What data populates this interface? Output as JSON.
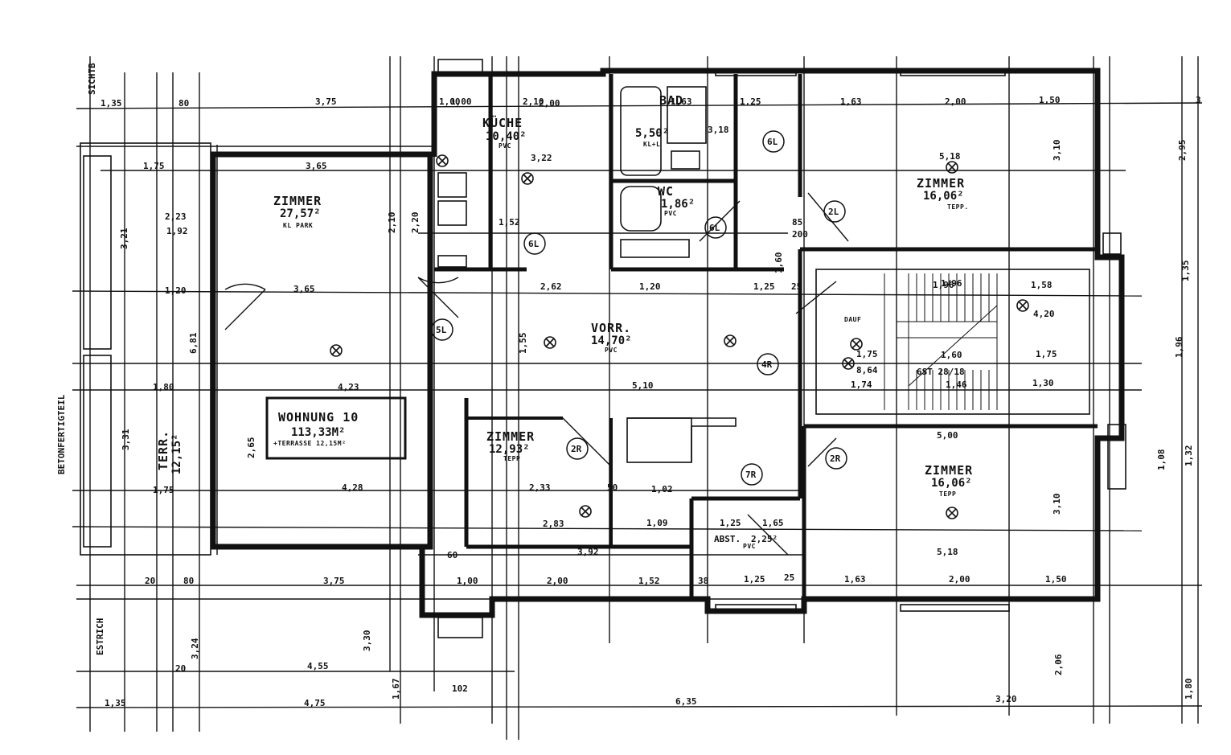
{
  "rooms": {
    "zimmer_west": {
      "name": "ZIMMER",
      "area": "27,57²",
      "floor": "KL PARK"
    },
    "kueche": {
      "name": "KÜCHE",
      "area": "10,40²",
      "floor": "PVC"
    },
    "bad": {
      "name": "BAD",
      "area": "5,50²",
      "floor": "KL+L"
    },
    "wc": {
      "name": "WC",
      "area": "1,86²",
      "floor": "PVC"
    },
    "zimmer_ne": {
      "name": "ZIMMER",
      "area": "16,06²",
      "floor": "TEPP."
    },
    "vorraum": {
      "name": "VORR.",
      "area": "14,70²",
      "floor": "PVC"
    },
    "zimmer_mid": {
      "name": "ZIMMER",
      "area": "12,93²",
      "floor": "TEPP"
    },
    "abstell": {
      "name": "ABST.",
      "area": "2,25²",
      "floor": "PVC"
    },
    "zimmer_se": {
      "name": "ZIMMER",
      "area": "16,06²",
      "floor": "TEPP"
    },
    "terrasse": {
      "name": "TERR.",
      "area": "12,15²"
    }
  },
  "apartment": {
    "title": "WOHNUNG 10",
    "area": "113,33M²",
    "terrace_note": "+TERRASSE 12,15M²"
  },
  "staircase": {
    "floor": "DAUF",
    "riser": "6ST 28/18",
    "label": "1/96"
  },
  "circuits": [
    "5L",
    "6L",
    "6L",
    "2L",
    "6L",
    "4R",
    "2R",
    "2R",
    "7R"
  ],
  "vertical_labels": {
    "sichtb": "SICHTB",
    "betonfertigteil": "BETONFERTIGTEIL",
    "estrich": "ESTRICH"
  },
  "dims_top": [
    "1,35",
    "80",
    "3,75",
    "1,00",
    "2,00",
    "1,63",
    "1,25",
    "1,63",
    "2,00",
    "1,50",
    "3"
  ],
  "dims_bottom": [
    "20",
    "80",
    "3,75",
    "1,00",
    "2,00",
    "1,52",
    "38",
    "1,25",
    "25",
    "1,63",
    "2,00",
    "1,50"
  ],
  "dims_base": [
    "1,35",
    "4,75",
    "6,35",
    "3,20",
    "20",
    "4,55"
  ],
  "dims_misc": [
    "1,75",
    "3,65",
    "2,23",
    "1,92",
    "3,65",
    "1,20",
    "4,23",
    "1,80",
    "1,75",
    "4,28",
    "2,10",
    "1,52",
    "2,62",
    "1,20",
    "1,25",
    "3,18",
    "3,22",
    "5,10",
    "2,33",
    "50",
    "1,02",
    "2,83",
    "1,09",
    "3,92",
    "1,25",
    "1,65",
    "5,18",
    "5,00",
    "5,18",
    "1,96",
    "1,58",
    "1,75",
    "1,60",
    "1,75",
    "1,30",
    "8,64",
    "4,20",
    "1,74",
    "1,46",
    "1,00",
    "25",
    "85",
    "200",
    "3,10",
    "1,96",
    "2,95",
    "1,35",
    "1,08",
    "1,32",
    "3,10",
    "2,06",
    "1,80",
    "3,24",
    "3,30",
    "1,67",
    "102",
    "60",
    "2,20",
    "1,60",
    "2,10",
    "3,21",
    "6,81",
    "3,31",
    "2,65",
    "1,55"
  ]
}
